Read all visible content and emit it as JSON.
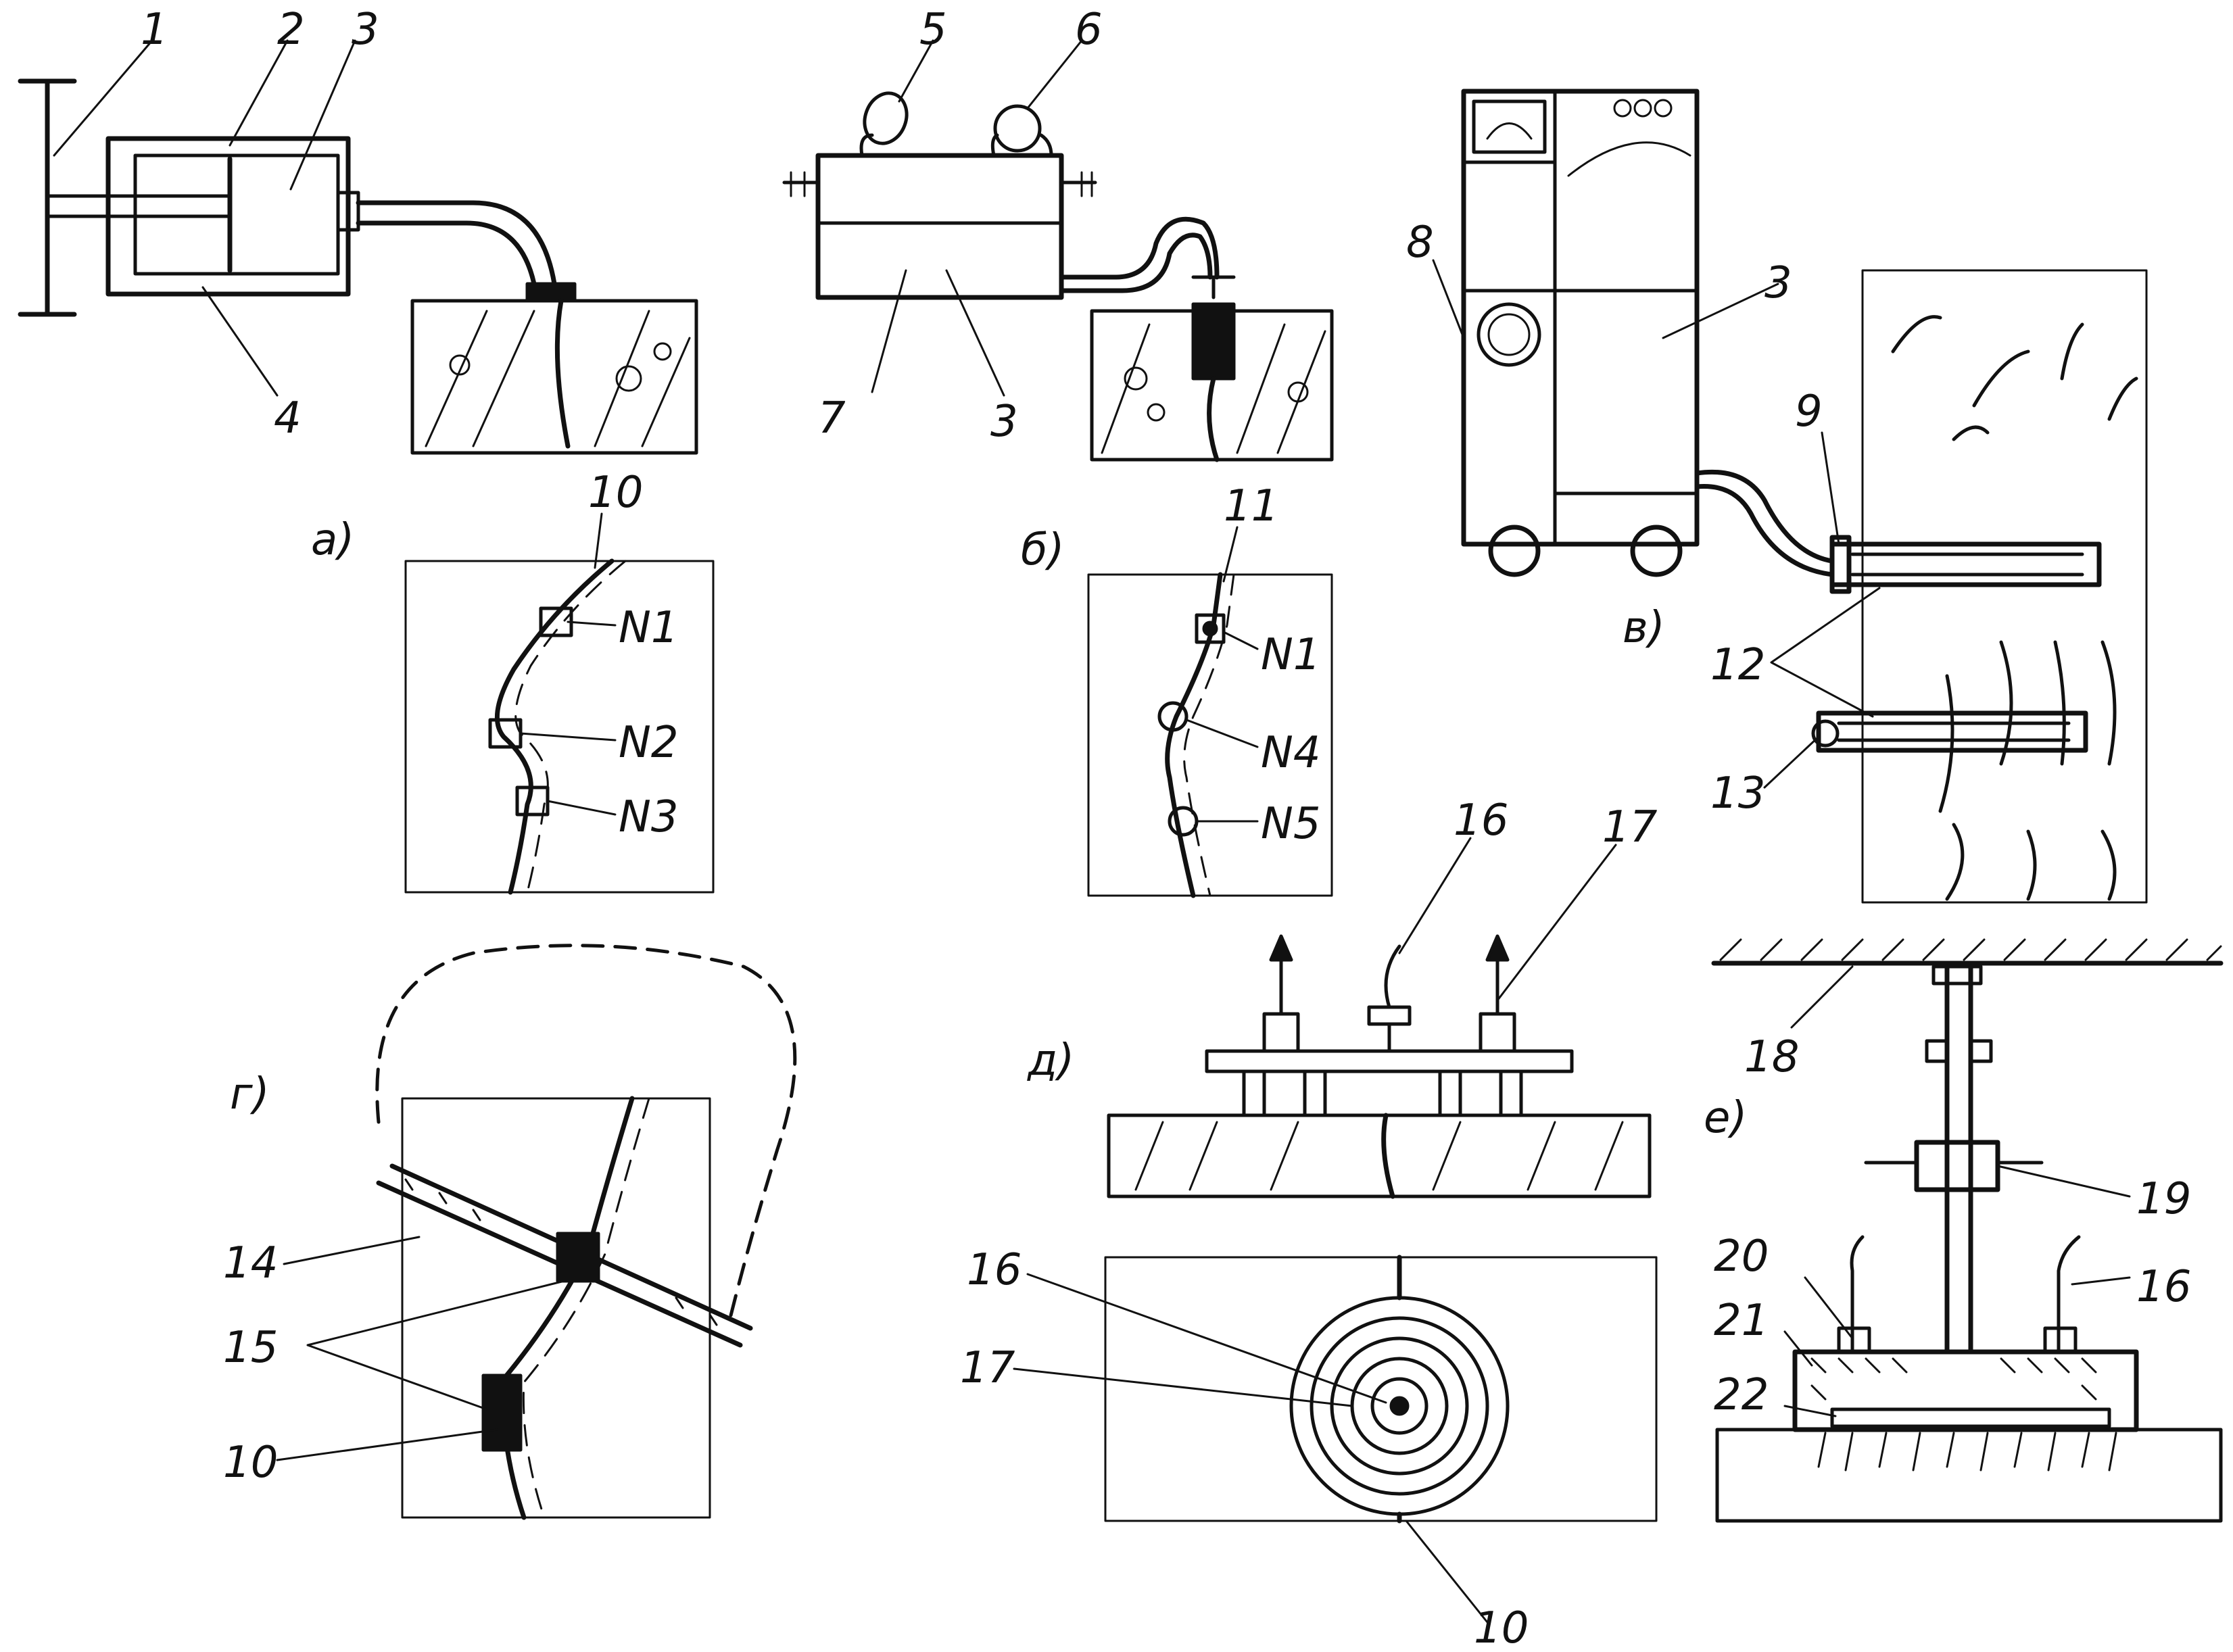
{
  "panels": {
    "a": "а)",
    "b": "б)",
    "v": "в)",
    "g": "г)",
    "d": "д)",
    "e": "е)"
  },
  "numbers": {
    "n1": "1",
    "n2": "2",
    "n3": "3",
    "n4": "4",
    "n5": "5",
    "n6": "6",
    "n7": "7",
    "n3b": "3",
    "n8": "8",
    "n3c": "3",
    "n9": "9",
    "n10a": "10",
    "n11": "11",
    "n12": "12",
    "n13": "13",
    "n14": "14",
    "n15": "15",
    "n10b": "10",
    "n16a": "16",
    "n17a": "17",
    "n16b": "16",
    "n17b": "17",
    "n10c": "10",
    "n18": "18",
    "n19": "19",
    "n20": "20",
    "n16c": "16",
    "n21": "21",
    "n22": "22"
  },
  "nodes": {
    "a_n1": "N1",
    "a_n2": "N2",
    "a_n3": "N3",
    "b_n1": "N1",
    "b_n4": "N4",
    "b_n5": "N5"
  }
}
